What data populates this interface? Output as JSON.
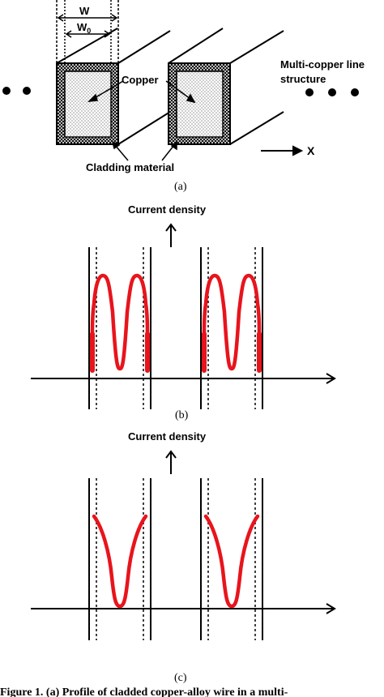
{
  "panel_a": {
    "dim_w": "W",
    "dim_w0": "W",
    "dim_w0_sub": "0",
    "copper_label": "Copper",
    "cladding_label": "Cladding material",
    "structure_label_line1": "Multi-copper line",
    "structure_label_line2": "structure",
    "x_axis_label": "X",
    "caption": "(a)"
  },
  "panel_b": {
    "axis_label": "Current density",
    "caption": "(b)"
  },
  "panel_c": {
    "axis_label": "Current density",
    "caption": "(c)"
  },
  "figure_caption": "Figure 1. (a) Profile of cladded copper-alloy wire in a multi-",
  "colors": {
    "curve": "#e8141c",
    "ink": "#000000"
  }
}
